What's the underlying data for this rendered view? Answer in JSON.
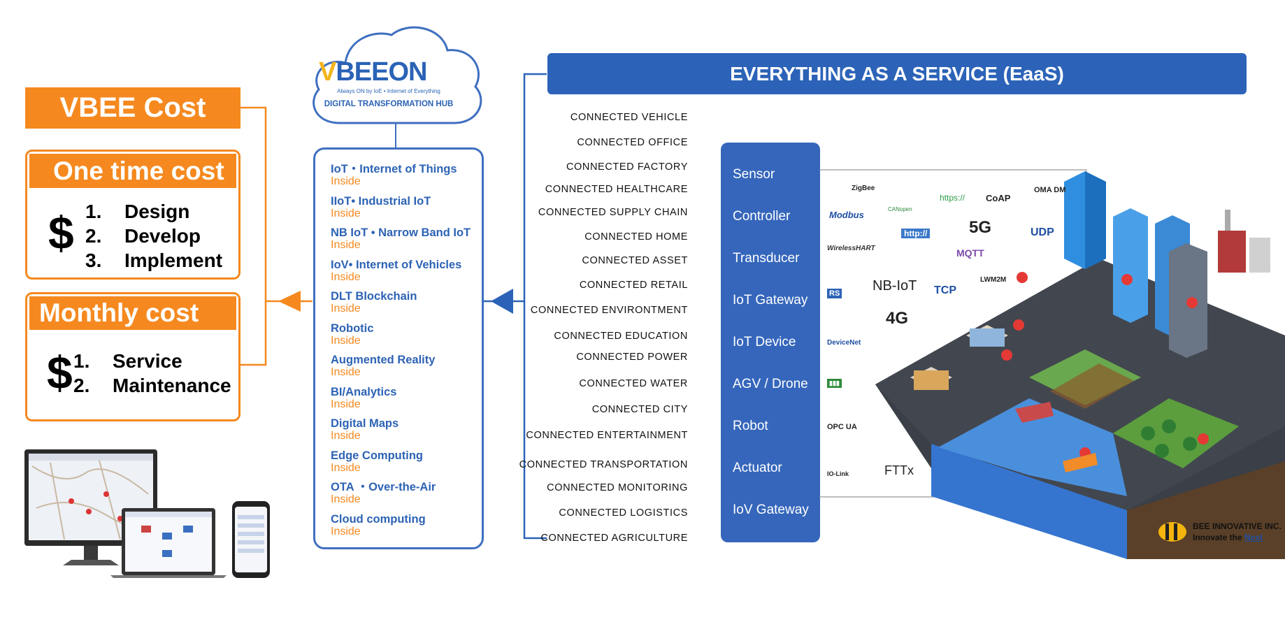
{
  "cost": {
    "title": "VBEE Cost",
    "one_time": {
      "header": "One time cost",
      "symbol": "$",
      "items": [
        {
          "num": "1.",
          "label": "Design"
        },
        {
          "num": "2.",
          "label": "Develop"
        },
        {
          "num": "3.",
          "label": "Implement"
        }
      ]
    },
    "monthly": {
      "header": "Monthly cost",
      "symbol": "$",
      "items": [
        {
          "num": "1.",
          "label": "Service"
        },
        {
          "num": "2.",
          "label": "Maintenance"
        }
      ]
    }
  },
  "hub": {
    "logo_v": "V",
    "logo_bee": "BEE",
    "logo_on": "ON",
    "tagline": "Always ON by IoE • Internet of Everything",
    "name": "DIGITAL TRANSFORMATION HUB"
  },
  "capabilities": [
    {
      "title": "IoT・Internet of Things",
      "sub": "Inside"
    },
    {
      "title": "IIoT• Industrial IoT",
      "sub": "Inside"
    },
    {
      "title": "NB IoT • Narrow Band IoT",
      "sub": "Inside"
    },
    {
      "title": "IoV•  Internet of Vehicles",
      "sub": "Inside"
    },
    {
      "title": "DLT Blockchain",
      "sub": "Inside"
    },
    {
      "title": "Robotic",
      "sub": "Inside"
    },
    {
      "title": "Augmented Reality",
      "sub": "Inside"
    },
    {
      "title": "BI/Analytics",
      "sub": "Inside"
    },
    {
      "title": "Digital Maps",
      "sub": "Inside"
    },
    {
      "title": "Edge Computing",
      "sub": "Inside"
    },
    {
      "title": "OTA ・Over-the-Air",
      "sub": "Inside"
    },
    {
      "title": "Cloud computing",
      "sub": "Inside"
    }
  ],
  "eaas": {
    "title": "EVERYTHING AS A SERVICE (EaaS)",
    "connected": [
      "CONNECTED VEHICLE",
      "CONNECTED OFFICE",
      "CONNECTED FACTORY",
      "CONNECTED HEALTHCARE",
      "CONNECTED SUPPLY CHAIN",
      "CONNECTED HOME",
      "CONNECTED ASSET",
      "CONNECTED RETAIL",
      "CONNECTED ENVIRONTMENT",
      "CONNECTED EDUCATION",
      "CONNECTED POWER",
      "CONNECTED WATER",
      "CONNECTED CITY",
      "CONNECTED ENTERTAINMENT",
      "CONNECTED TRANSPORTATION",
      "CONNECTED MONITORING",
      "CONNECTED LOGISTICS",
      "CONNECTED AGRICULTURE"
    ],
    "layers": [
      "Sensor",
      "Controller",
      "Transducer",
      "IoT Gateway",
      "IoT Device",
      "AGV / Drone",
      "Robot",
      "Actuator",
      "IoV Gateway"
    ]
  },
  "protocols": {
    "zigbee": "ZigBee",
    "canopen": "CANopen",
    "https": "https://",
    "coap": "CoAP",
    "omadm": "OMA DM",
    "modbus": "Modbus",
    "g5": "5G",
    "http": "http://",
    "udp": "UDP",
    "wirelesshart": "WirelessHART",
    "mqtt": "MQTT",
    "rs": "RS",
    "nbiot": "NB-IoT",
    "tcp": "TCP",
    "lwm2m": "LWM2M",
    "g4": "4G",
    "devicenet": "DeviceNet",
    "opcua": "OPC UA",
    "iolink": "IO-Link",
    "fttx": "FTTx"
  },
  "brand": {
    "name": "BEE INNOVATIVE INC.",
    "slogan_a": "Innovate the",
    "slogan_b": "Next"
  },
  "colors": {
    "orange": "#f5891f",
    "blue": "#2c63b8",
    "cap_blue": "#2d63b4"
  }
}
